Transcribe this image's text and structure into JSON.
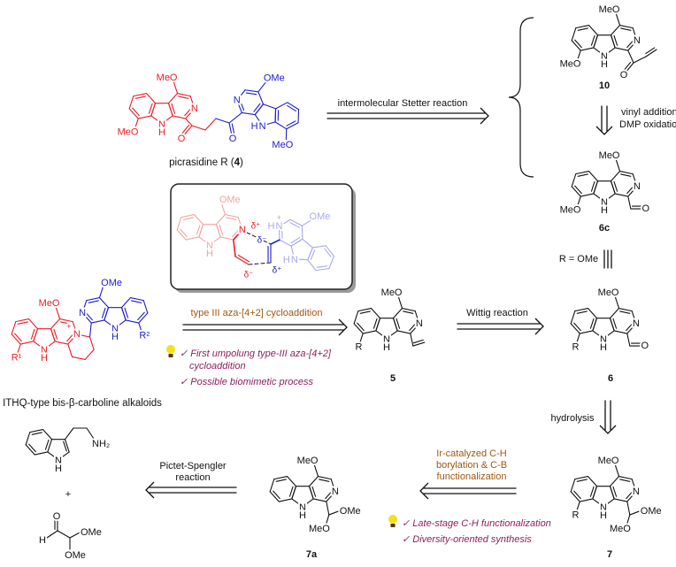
{
  "compounds": {
    "picrasidine": {
      "name": "picrasidine R (",
      "number": "4",
      "close": ")"
    },
    "c10": "10",
    "c6c": "6c",
    "c6": "6",
    "c5": "5",
    "c7": "7",
    "c7a": "7a",
    "ithq": "ITHQ-type bis-β-carboline alkaloids"
  },
  "reactions": {
    "stetter": "intermolecular Stetter reaction",
    "vinyl": [
      "vinyl addition",
      "DMP oxidation"
    ],
    "r_equals": "R = OMe",
    "aza": "type III aza-[4+2] cycloaddition",
    "wittig": "Wittig reaction",
    "hydrolysis": "hydrolysis",
    "ir": [
      "Ir-catalyzed C-H",
      "borylation & C-B",
      "functionalization"
    ],
    "pictet": [
      "Pictet-Spengler",
      "reaction"
    ]
  },
  "highlights": {
    "aza": [
      "✓ First umpolung type-III aza-[4+2]",
      "cycloaddition",
      "✓ Possible biomimetic process"
    ],
    "ir": [
      "✓ Late-stage C-H functionalization",
      "✓ Diversity-oriented synthesis"
    ]
  },
  "atoms": {
    "MeO": "MeO",
    "OMe": "OMe",
    "N": "N",
    "H": "H",
    "O": "O",
    "R": "R",
    "R1": "R¹",
    "R2": "R²",
    "NH2": "NH₂",
    "plus": "+",
    "delta_plus": "δ⁺",
    "delta_minus": "δ⁻"
  },
  "plus_sign": "+",
  "icons": {
    "bulb": "lightbulb-icon"
  },
  "colors": {
    "red": "#ec1c24",
    "blue": "#1c1ccc",
    "faded_red": "#f5a3a3",
    "faded_blue": "#a9a9ef",
    "reaction_text": "#a0560f",
    "highlight_text": "#8a1f5c",
    "bulb": "#f3e21b",
    "ink": "#111111"
  }
}
